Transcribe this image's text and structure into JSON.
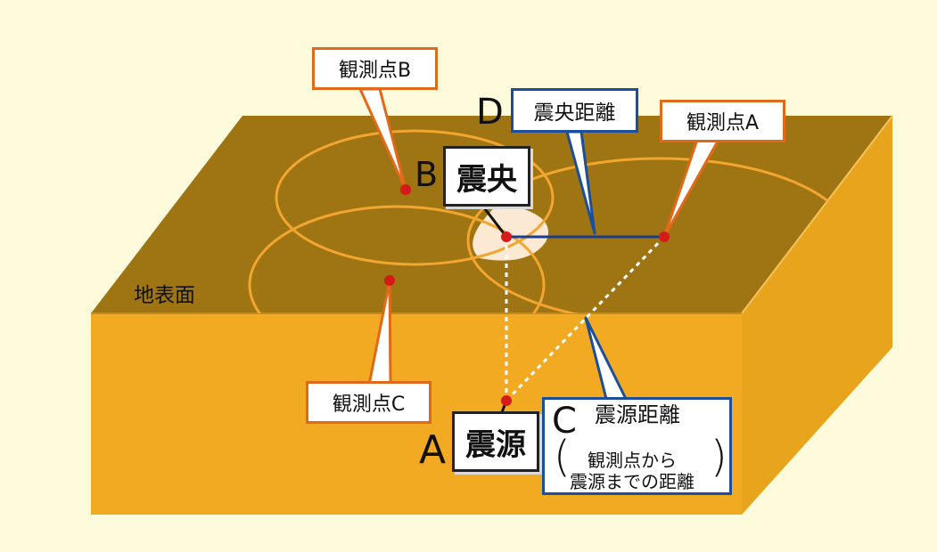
{
  "diagram": {
    "labels": {
      "station_a": "観測点A",
      "station_b": "観測点B",
      "station_c": "観測点C",
      "epicenter": "震央",
      "hypocenter": "震源",
      "epicentral_distance": "震央距離",
      "hypocentral_distance": "震源距離",
      "hypocentral_paren_open": "(",
      "hypocentral_paren_close": ")",
      "hypocentral_note_line1": "観測点から",
      "hypocentral_note_line2": "震源までの距離",
      "ground_surface": "地表面"
    },
    "letters": {
      "a": "A",
      "b": "B",
      "c": "C",
      "d": "D"
    },
    "colors": {
      "background": "#fefbdc",
      "top_face": "#9e7512",
      "front_face": "#f2aa22",
      "side_face": "#e8a41c",
      "circle_stroke": "#f2a630",
      "epicenter_region": "#fbe9d4",
      "point_red": "#d61a1a",
      "callout_orange": "#e06a1a",
      "callout_blue": "#1b4f9c",
      "distance_line": "#1b3d8f",
      "dotted_line": "#ffffff"
    }
  }
}
